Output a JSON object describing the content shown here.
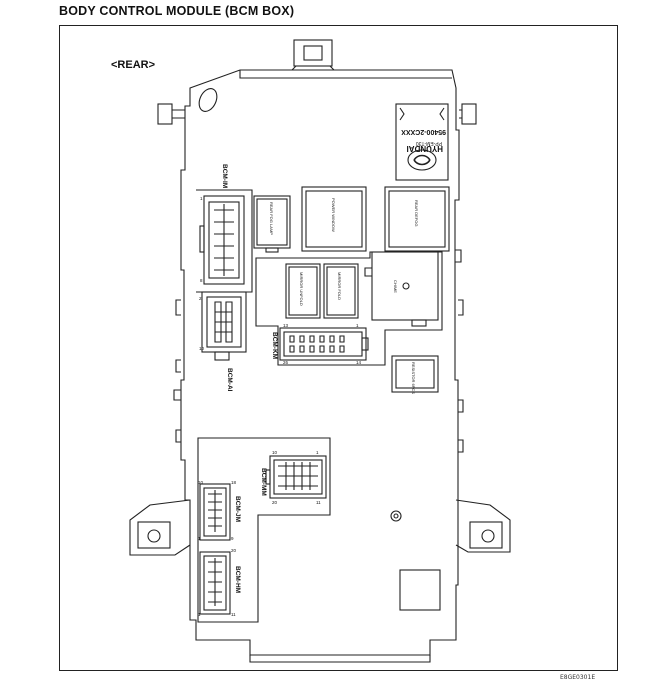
{
  "title": "BODY CONTROL MODULE (BCM BOX)",
  "view_label": "<REAR>",
  "figure_code": "E8GE0301E",
  "brand": {
    "name": "HYUNDAI",
    "part_number": "95400-2CXXX",
    "sub_code": "PP-EM-T30"
  },
  "relays": {
    "rear_fog_lamp": "REAR FOG LAMP",
    "power_window": "POWER WINDOW",
    "rear_defog": "REAR DEFOG",
    "mirror_unfold": "MIRROR UNFOLD",
    "mirror_fold": "MIRROR FOLD",
    "chime": "CHIME",
    "resistor_6pcs": "RESISTOR 6PCS"
  },
  "connectors": {
    "bcm_im": {
      "label": "BCM-IM",
      "pins": [
        "1",
        "8"
      ]
    },
    "bcm_ai": {
      "label": "BCM-AI",
      "pins": [
        "2",
        "10"
      ]
    },
    "bcm_km": {
      "label": "BCM-KM",
      "pins": [
        "13",
        "1",
        "26",
        "14"
      ]
    },
    "bcm_mm": {
      "label": "BCM-MM",
      "pins": [
        "10",
        "1",
        "20",
        "11"
      ]
    },
    "bcm_jm": {
      "label": "BCM-JM",
      "pins": [
        "18",
        "9",
        "10",
        "1"
      ]
    },
    "bcm_hm": {
      "label": "BCM-HM",
      "pins": [
        "20",
        "1",
        "11"
      ]
    }
  }
}
